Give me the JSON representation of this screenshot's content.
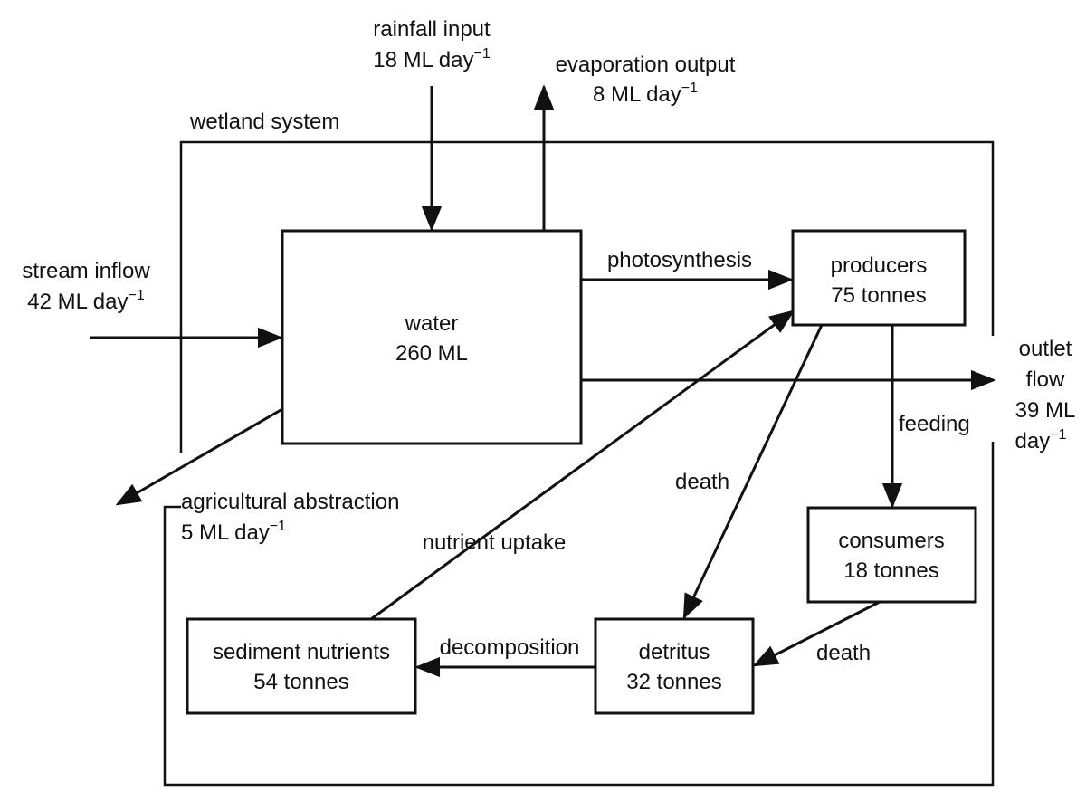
{
  "system_label": "wetland system",
  "nodes": {
    "water": {
      "name": "water",
      "value": "260 ML"
    },
    "producers": {
      "name": "producers",
      "value": "75 tonnes"
    },
    "consumers": {
      "name": "consumers",
      "value": "18 tonnes"
    },
    "detritus": {
      "name": "detritus",
      "value": "32 tonnes"
    },
    "sediment": {
      "name": "sediment nutrients",
      "value": "54 tonnes"
    }
  },
  "flows": {
    "rainfall": {
      "label": "rainfall input",
      "value": "18 ML day",
      "sup": "−1"
    },
    "evaporation": {
      "label": "evaporation output",
      "value": "8 ML day",
      "sup": "−1"
    },
    "stream": {
      "label": "stream inflow",
      "value": "42 ML day",
      "sup": "−1"
    },
    "outlet": {
      "line1": "outlet",
      "line2": "flow",
      "line3": "39 ML",
      "line4": "day",
      "sup": "−1"
    },
    "agricultural": {
      "label": "agricultural abstraction",
      "value": "5 ML day",
      "sup": "−1"
    },
    "photosynthesis": {
      "label": "photosynthesis"
    },
    "feeding": {
      "label": "feeding"
    },
    "death_producers": {
      "label": "death"
    },
    "death_consumers": {
      "label": "death"
    },
    "decomposition": {
      "label": "decomposition"
    },
    "nutrient_uptake": {
      "label": "nutrient uptake"
    }
  },
  "colors": {
    "ink": "#111111",
    "background": "#ffffff"
  }
}
